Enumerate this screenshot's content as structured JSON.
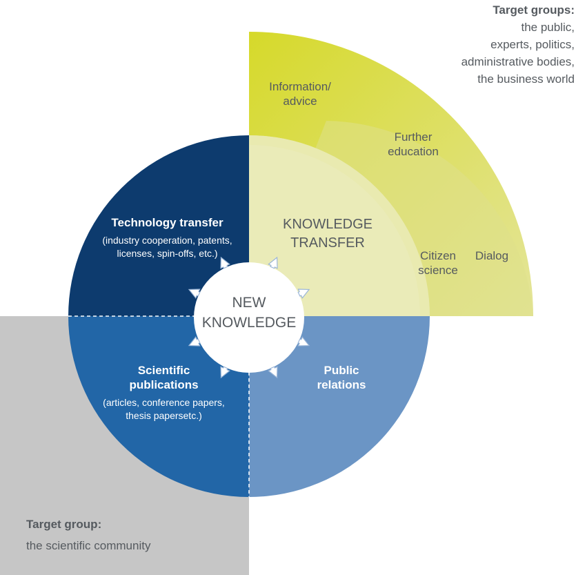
{
  "center": {
    "line1": "NEW",
    "line2": "KNOWLEDGE"
  },
  "quadrants": {
    "technology_transfer": {
      "title": "Technology transfer",
      "detail1": "(industry cooperation, patents,",
      "detail2": "licenses, spin-offs, etc.)"
    },
    "knowledge_transfer": {
      "line1": "KNOWLEDGE",
      "line2": "TRANSFER"
    },
    "scientific_publications": {
      "title1": "Scientific",
      "title2": "publications",
      "detail1": "(articles, conference papers,",
      "detail2": "thesis papersetc.)"
    },
    "public_relations": {
      "line1": "Public",
      "line2": "relations"
    }
  },
  "outer_ring": {
    "information_advice": {
      "line1": "Information/",
      "line2": "advice"
    },
    "further_education": {
      "line1": "Further",
      "line2": "education"
    },
    "citizen_science": {
      "line1": "Citizen",
      "line2": "science"
    },
    "dialog": "Dialog"
  },
  "target_groups_public": {
    "heading": "Target groups:",
    "lines": [
      "the public,",
      "experts, politics,",
      "administrative bodies,",
      "the business world"
    ]
  },
  "target_group_science": {
    "heading": "Target group:",
    "text": "the scientific community"
  },
  "colors": {
    "dark_blue": "#0d3b6e",
    "mid_blue": "#2266a7",
    "light_blue": "#6b95c5",
    "pale_yellow": "#e9eab2",
    "lime": "#d9dc3a",
    "light_lime": "#dfe08a",
    "gray": "#c6c6c6"
  }
}
